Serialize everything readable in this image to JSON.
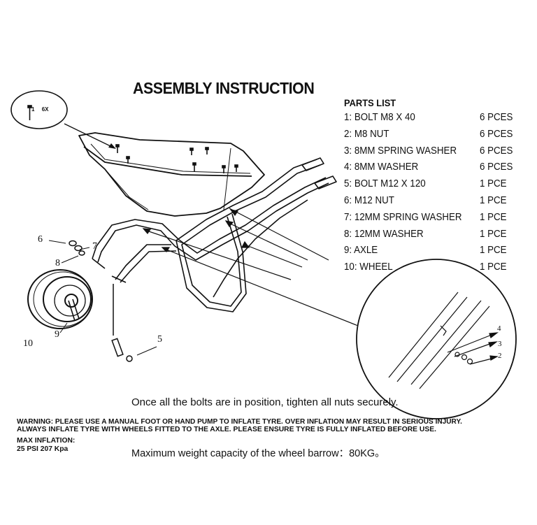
{
  "title": "ASSEMBLY INSTRUCTION",
  "parts_list": {
    "heading": "PARTS LIST",
    "items": [
      {
        "name": "1: BOLT M8 X 40",
        "qty": "6 PCES"
      },
      {
        "name": "2: M8 NUT",
        "qty": "6 PCES"
      },
      {
        "name": "3: 8MM SPRING WASHER",
        "qty": "6 PCES"
      },
      {
        "name": "4: 8MM WASHER",
        "qty": "6 PCES"
      },
      {
        "name": "5: BOLT M12 X 120",
        "qty": "1 PCE"
      },
      {
        "name": "6:  M12 NUT",
        "qty": "1 PCE"
      },
      {
        "name": "7: 12MM SPRING WASHER",
        "qty": "1 PCE"
      },
      {
        "name": "8: 12MM WASHER",
        "qty": "1 PCE"
      },
      {
        "name": "9:  AXLE",
        "qty": "1 PCE"
      },
      {
        "name": "10:  WHEEL",
        "qty": "1 PCE"
      }
    ]
  },
  "bolt_callout": {
    "part": "1",
    "count": "6X"
  },
  "callout_labels": {
    "c2": "2",
    "c3": "3",
    "c4": "4",
    "c5": "5",
    "c6": "6",
    "c7": "7",
    "c8": "8",
    "c9": "9",
    "c10": "10"
  },
  "instruction": "Once all the bolts are in position, tighten all nuts securely.",
  "warning": {
    "line1": "WARNING: PLEASE USE A MANUAL FOOT OR HAND PUMP TO INFLATE TYRE. OVER INFLATION MAY RESULT IN SERIOUS INJURY.",
    "line2": "ALWAYS INFLATE TYRE WITH WHEELS FITTED TO THE AXLE. PLEASE ENSURE TYRE IS FULLY INFLATED BEFORE USE.",
    "max_label": "MAX INFLATION:",
    "max_value": "25 PSI 207 Kpa"
  },
  "capacity": "Maximum weight capacity of the wheel barrow：80KG。"
}
